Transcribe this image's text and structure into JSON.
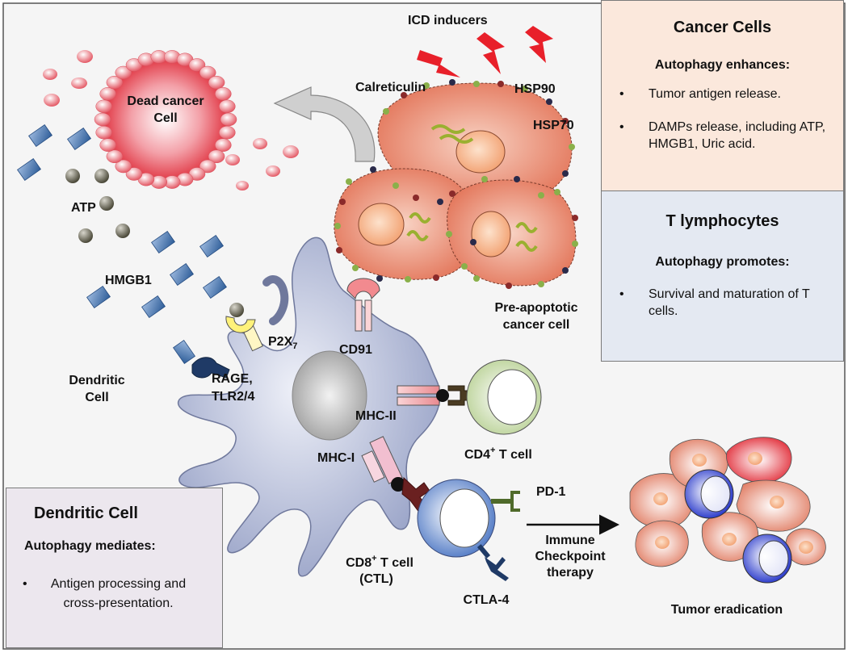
{
  "labels": {
    "icd_inducers": "ICD inducers",
    "calreticulin": "Calreticulin",
    "hsp90": "HSP90",
    "hsp70": "HSP70",
    "dead_cancer_cell_line1": "Dead cancer",
    "dead_cancer_cell_line2": "Cell",
    "atp": "ATP",
    "hmgb1": "HMGB1",
    "pre_apoptotic_line1": "Pre-apoptotic",
    "pre_apoptotic_line2": "cancer cell",
    "p2x7_base": "P2X",
    "p2x7_sub": "7",
    "cd91": "CD91",
    "dendritic_cell_line1": "Dendritic",
    "dendritic_cell_line2": "Cell",
    "rage_line1": "RAGE,",
    "rage_line2": "TLR2/4",
    "mhc_ii": "MHC-II",
    "mhc_i": "MHC-I",
    "cd4_base": "CD4",
    "cd4_sup": "+",
    "cd4_rest": " T cell",
    "cd8_base": "CD8",
    "cd8_sup": "+",
    "cd8_rest": " T cell",
    "ctl": "(CTL)",
    "pd1": "PD-1",
    "ctla4": "CTLA-4",
    "therapy_line1": "Immune",
    "therapy_line2": "Checkpoint",
    "therapy_line3": "therapy",
    "tumor_eradication": "Tumor eradication"
  },
  "boxes": {
    "cancer_cells": {
      "title": "Cancer Cells",
      "subtitle": "Autophagy enhances:",
      "bullets": [
        "Tumor antigen release.",
        "DAMPs release, including ATP, HMGB1, Uric acid."
      ]
    },
    "t_lymphocytes": {
      "title": "T lymphocytes",
      "subtitle": "Autophagy promotes:",
      "bullets": [
        "Survival and maturation of T cells."
      ]
    },
    "dendritic_cell": {
      "title": "Dendritic Cell",
      "subtitle": "Autophagy mediates:",
      "bullets": [
        "Antigen processing and cross-presentation."
      ]
    }
  },
  "bullet_glyph": "•",
  "colors": {
    "cancer_box_bg": "#fbe8dc",
    "t_box_bg": "#e4e9f2",
    "dc_box_bg": "#ece7ee",
    "dendritic_cell": "#b8bfd9",
    "lightning": "#e8202a",
    "cancer_cell": "#e9876f",
    "t_cell_cd4": "#d9e7c2",
    "t_cell_cd8": "#7f9fd6"
  }
}
